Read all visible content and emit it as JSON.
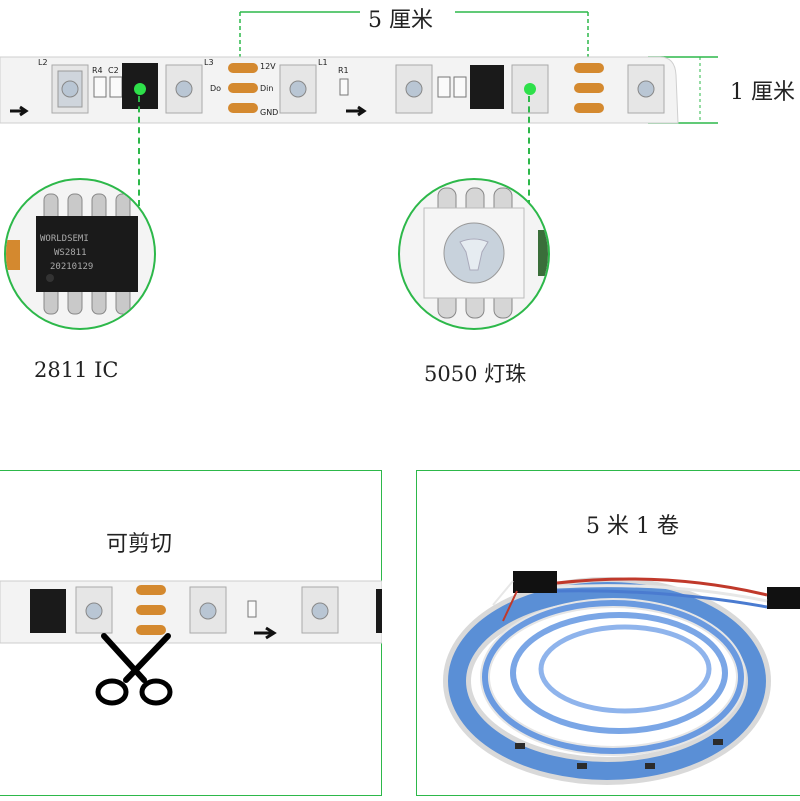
{
  "top": {
    "length_label": "5 厘米",
    "width_label": "1 厘米"
  },
  "strip": {
    "pad_labels": [
      "12V",
      "Din",
      "Do",
      "GND"
    ],
    "component_labels": [
      "L1",
      "L2",
      "L3",
      "R1",
      "R4",
      "C2"
    ]
  },
  "ic_zoom": {
    "chip_lines": [
      "WORLDSEMI",
      "WS2811",
      "20210129"
    ],
    "caption": "2811 IC"
  },
  "led_zoom": {
    "caption": "5050 灯珠"
  },
  "cut_panel": {
    "caption": "可剪切"
  },
  "reel_panel": {
    "caption": "5 米 1 卷"
  },
  "colors": {
    "guide_green": "#2db84a",
    "pad_copper": "#d4892f",
    "pcb_white": "#f3f3f3",
    "chip_black": "#1a1a1a",
    "reel_blue": "#5a8fd6"
  }
}
